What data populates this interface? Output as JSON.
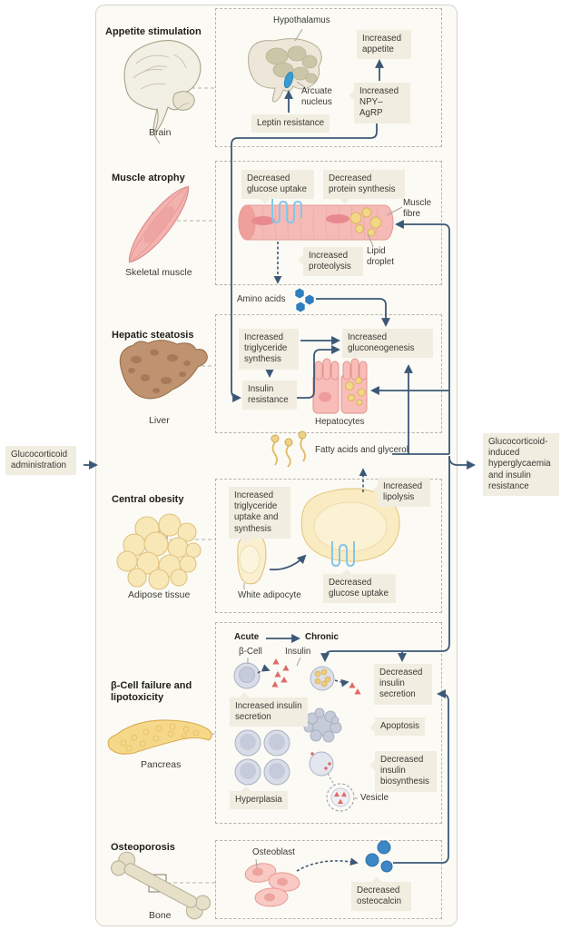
{
  "figure": {
    "type": "pathway-diagram",
    "input_label": "Glucocorticoid administration",
    "output_label": "Glucocorticoid-induced hyperglycaemia and insulin resistance"
  },
  "colors": {
    "arrow": "#3d5877",
    "box_bg": "#f1ede1",
    "panel_bg": "#fbfaf4",
    "arcuate_blue": "#3a9bd0",
    "insulin_red": "#df6a66",
    "amino_blue": "#2e7ec0",
    "osteocalcin_blue": "#3d87c6",
    "lipid_yellow": "#f3d788",
    "muscle_pink": "#f6bab6",
    "adipose_yellow": "#f8e8b8"
  },
  "appetite": {
    "heading": "Appetite stimulation",
    "organ": "Brain",
    "hypothalamus": "Hypothalamus",
    "arcuate_nucleus": "Arcuate nucleus",
    "leptin_resistance": "Leptin resistance",
    "increased_npy_agrp": "Increased NPY–AgRP",
    "increased_appetite": "Increased appetite"
  },
  "muscle": {
    "heading": "Muscle atrophy",
    "organ": "Skeletal muscle",
    "decreased_glucose_uptake": "Decreased glucose uptake",
    "decreased_protein_synthesis": "Decreased protein synthesis",
    "muscle_fibre": "Muscle fibre",
    "lipid_droplet": "Lipid droplet",
    "increased_proteolysis": "Increased proteolysis",
    "amino_acids": "Amino acids"
  },
  "hepatic": {
    "heading": "Hepatic steatosis",
    "organ": "Liver",
    "increased_triglyceride_synthesis": "Increased triglyceride synthesis",
    "increased_gluconeogenesis": "Increased gluconeogenesis",
    "insulin_resistance": "Insulin resistance",
    "hepatocytes": "Hepatocytes"
  },
  "intermediates": {
    "fatty_acids_glycerol": "Fatty acids and glycerol"
  },
  "obesity": {
    "heading": "Central obesity",
    "organ": "Adipose tissue",
    "increased_tg_uptake_synthesis": "Increased triglyceride uptake and synthesis",
    "white_adipocyte": "White adipocyte",
    "decreased_glucose_uptake": "Decreased glucose uptake",
    "increased_lipolysis": "Increased lipolysis"
  },
  "beta": {
    "heading": "β-Cell failure and lipotoxicity",
    "organ": "Pancreas",
    "acute": "Acute",
    "chronic": "Chronic",
    "beta_cell": "β-Cell",
    "insulin": "Insulin",
    "increased_insulin_secretion": "Increased insulin secretion",
    "decreased_insulin_secretion": "Decreased insulin secretion",
    "apoptosis": "Apoptosis",
    "hyperplasia": "Hyperplasia",
    "decreased_insulin_biosynthesis": "Decreased insulin biosynthesis",
    "vesicle": "Vesicle"
  },
  "osteo": {
    "heading": "Osteoporosis",
    "organ": "Bone",
    "osteoblast": "Osteoblast",
    "decreased_osteocalcin": "Decreased osteocalcin"
  }
}
